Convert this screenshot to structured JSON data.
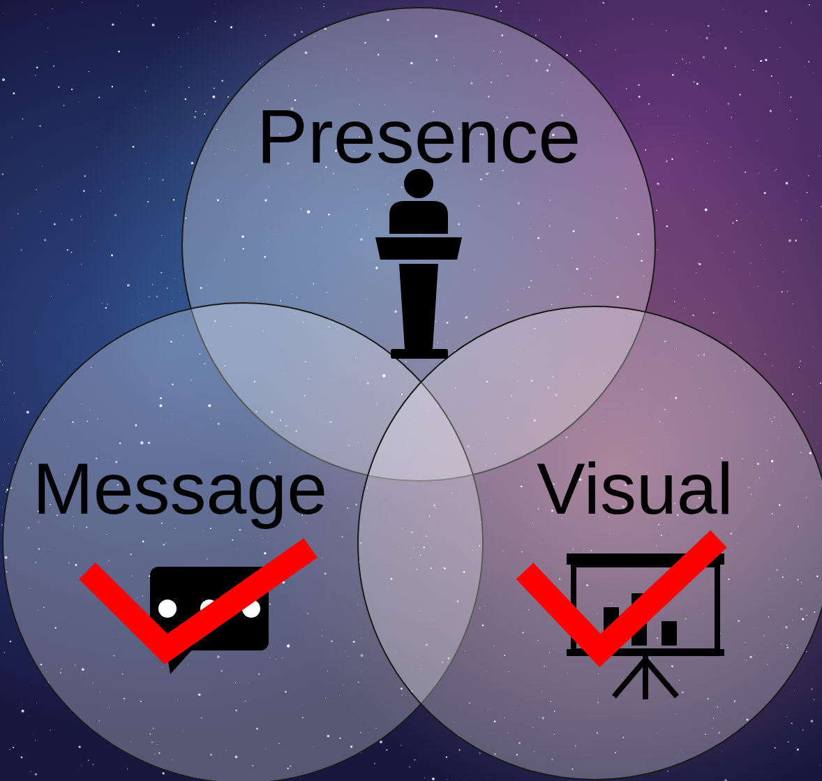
{
  "diagram": {
    "nodes": [
      {
        "text": [
          "Presence"
        ]
      },
      {
        "text": [
          "Message"
        ]
      },
      {
        "text": [
          "Visual"
        ]
      }
    ]
  }
}
